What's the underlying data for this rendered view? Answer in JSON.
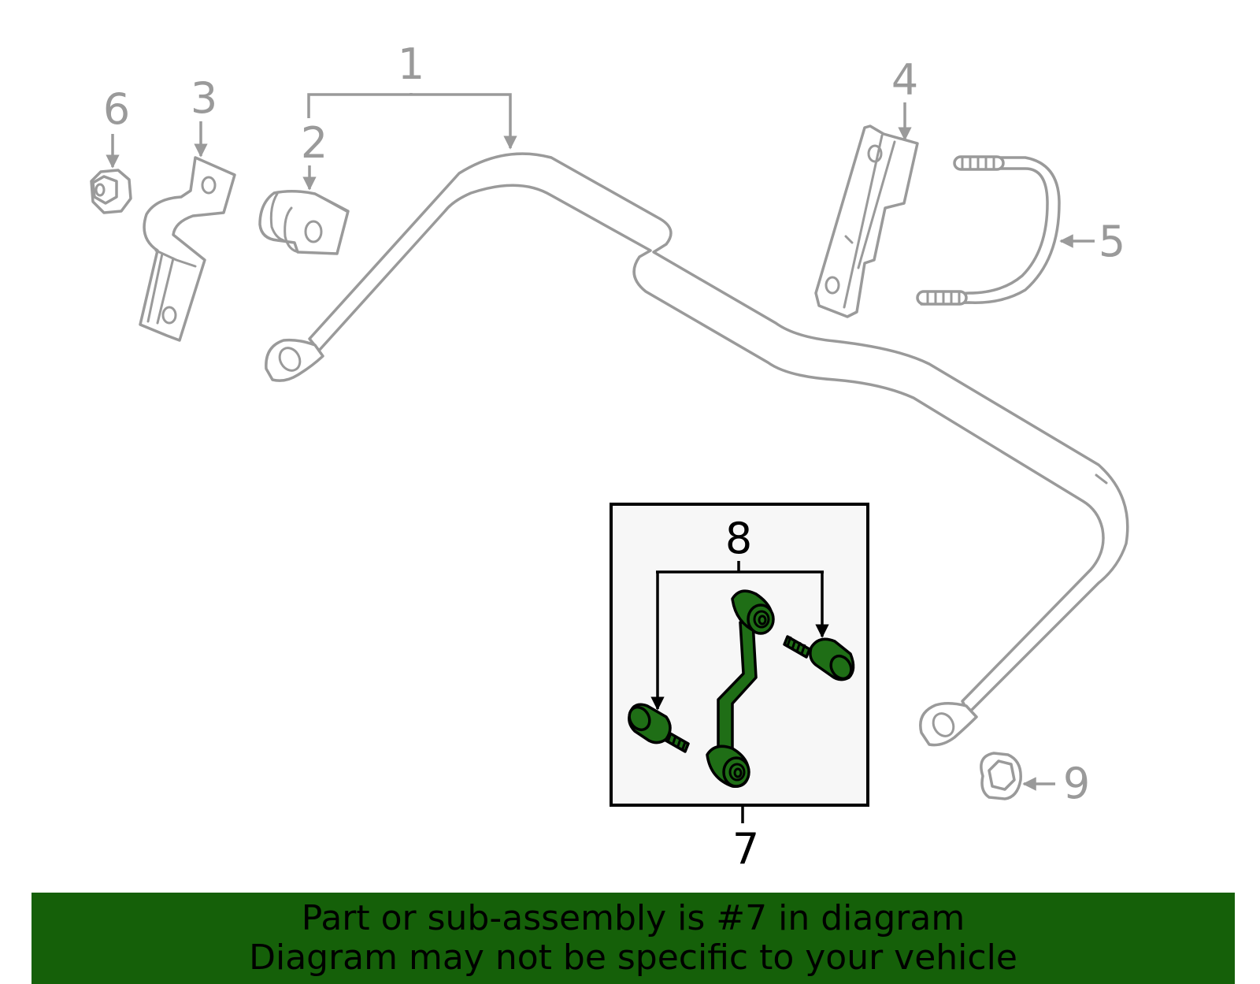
{
  "callouts": {
    "c1": "1",
    "c2": "2",
    "c3": "3",
    "c4": "4",
    "c5": "5",
    "c6": "6",
    "c7": "7",
    "c8": "8",
    "c9": "9"
  },
  "banner": {
    "line1": "Part or sub-assembly is #7 in diagram",
    "line2": "Diagram may not be specific to your vehicle"
  },
  "colors": {
    "highlight_part": "#1f6e16",
    "banner_background": "#156009",
    "outline_parts": "#9a9a9a",
    "inset_background": "#f7f7f7"
  },
  "highlighted_callout": "7"
}
